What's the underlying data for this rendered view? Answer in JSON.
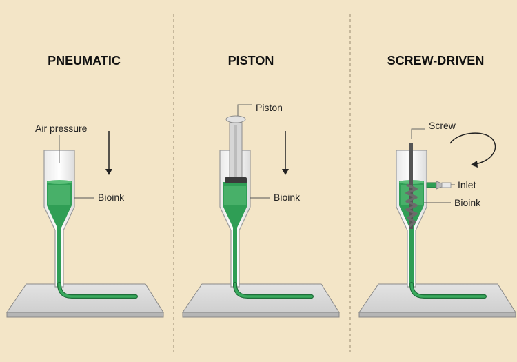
{
  "panels": [
    {
      "title": "PNEUMATIC",
      "labels": {
        "top": "Air pressure",
        "middle": "Bioink"
      }
    },
    {
      "title": "PISTON",
      "labels": {
        "top": "Piston",
        "middle": "Bioink"
      }
    },
    {
      "title": "SCREW-DRIVEN",
      "labels": {
        "top": "Screw",
        "inlet": "Inlet",
        "middle": "Bioink"
      }
    }
  ],
  "colors": {
    "background": "#f3e5c7",
    "bioink": "#2f9e55",
    "bioink_light": "#5cc07a",
    "plate": "#d8d8d8",
    "divider": "#b8a98e"
  }
}
